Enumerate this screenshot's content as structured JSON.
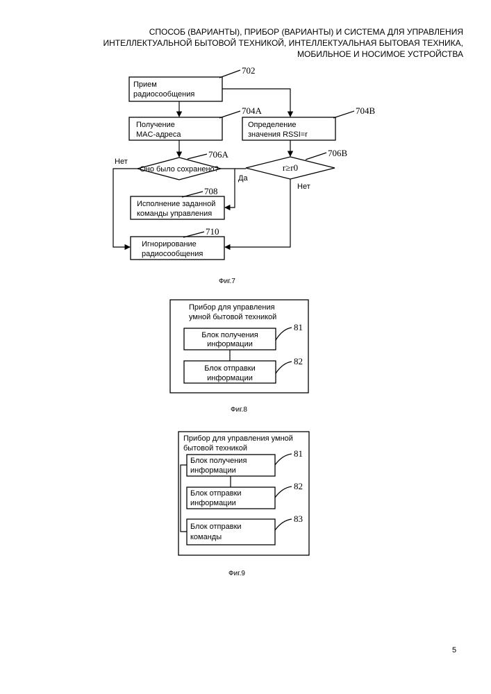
{
  "header": {
    "line1": "СПОСОБ (ВАРИАНТЫ), ПРИБОР (ВАРИАНТЫ) И СИСТЕМА ДЛЯ УПРАВЛЕНИЯ",
    "line2": "ИНТЕЛЛЕКТУАЛЬНОЙ БЫТОВОЙ ТЕХНИКОЙ, ИНТЕЛЛЕКТУАЛЬНАЯ БЫТОВАЯ ТЕХНИКА,",
    "line3": "МОБИЛЬНОЕ И НОСИМОЕ УСТРОЙСТВА"
  },
  "fig7": {
    "receive": {
      "line1": "Прием",
      "line2": "радиосообщения",
      "ref": "702"
    },
    "get_mac": {
      "line1": "Получение",
      "line2": "MAC-адреса",
      "ref": "704A"
    },
    "rssi": {
      "line1": "Определение",
      "line2": "значения RSSI=r",
      "ref": "704B"
    },
    "saved": {
      "text": "Оно было сохранено?",
      "ref": "706A"
    },
    "compare": {
      "text": "r≥r0",
      "ref": "706B"
    },
    "execute": {
      "line1": "Исполнение заданной",
      "line2": "команды управления",
      "ref": "708"
    },
    "ignore": {
      "line1": "Игнорирование",
      "line2": "радиосообщения",
      "ref": "710"
    },
    "label_no_a": "Нет",
    "label_yes": "Да",
    "label_no_b": "Нет",
    "caption": "Фиг.7"
  },
  "fig8": {
    "title_line1": "Прибор для управления",
    "title_line2": "умной бытовой техникой",
    "block1": {
      "line1": "Блок получения",
      "line2": "информации",
      "ref": "81"
    },
    "block2": {
      "line1": "Блок отправки",
      "line2": "информации",
      "ref": "82"
    },
    "caption": "Фиг.8"
  },
  "fig9": {
    "title_line1": "Прибор для управления умной",
    "title_line2": "бытовой техникой",
    "block1": {
      "line1": "Блок получения",
      "line2": "информации",
      "ref": "81"
    },
    "block2": {
      "line1": "Блок отправки",
      "line2": "информации",
      "ref": "82"
    },
    "block3": {
      "line1": "Блок отправки",
      "line2": "команды",
      "ref": "83"
    },
    "caption": "Фиг.9"
  },
  "page_number": "5"
}
